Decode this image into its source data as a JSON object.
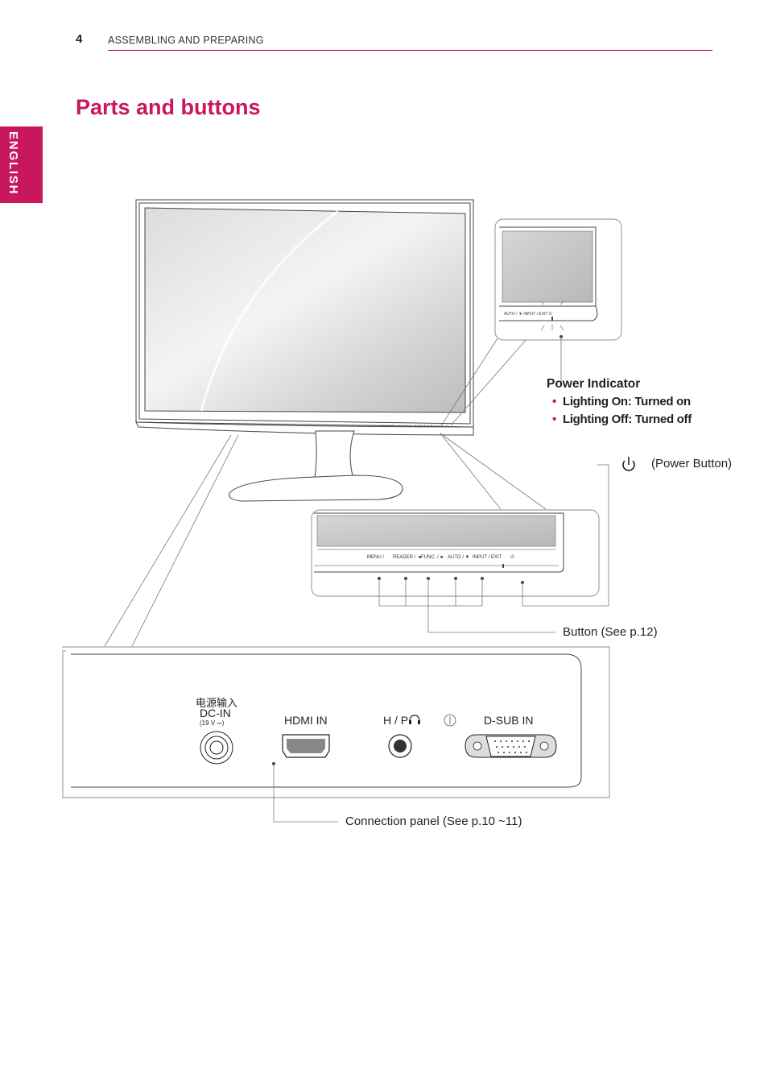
{
  "header": {
    "page_number": "4",
    "section": "ASSEMBLING AND PREPARING"
  },
  "side_tab": {
    "language": "ENGLISH"
  },
  "title": "Parts and buttons",
  "power_indicator": {
    "heading": "Power Indicator",
    "items": [
      "Lighting On: Turned on",
      "Lighting Off: Turned off"
    ]
  },
  "power_button_label": "(Power Button)",
  "button_label": "Button (See p.12)",
  "connection_label": "Connection panel (See p.10 ~11)",
  "front_buttons": [
    "MENU / ⍲",
    "READER / ◄",
    "FUNC. / ►",
    "AUTO / ▼",
    "INPUT / EXIT",
    "⏻"
  ],
  "inset_buttons": [
    "AUTO / ▼",
    "INPUT / EXIT",
    "⏻"
  ],
  "ports": {
    "dc_cn": "电源输入",
    "dc": "DC-IN",
    "dc_rating": "(19 V ⎓)",
    "hdmi": "HDMI IN",
    "hp": "H / P",
    "dsub": "D-SUB IN"
  },
  "colors": {
    "accent": "#c8175d",
    "line": "#555555"
  }
}
